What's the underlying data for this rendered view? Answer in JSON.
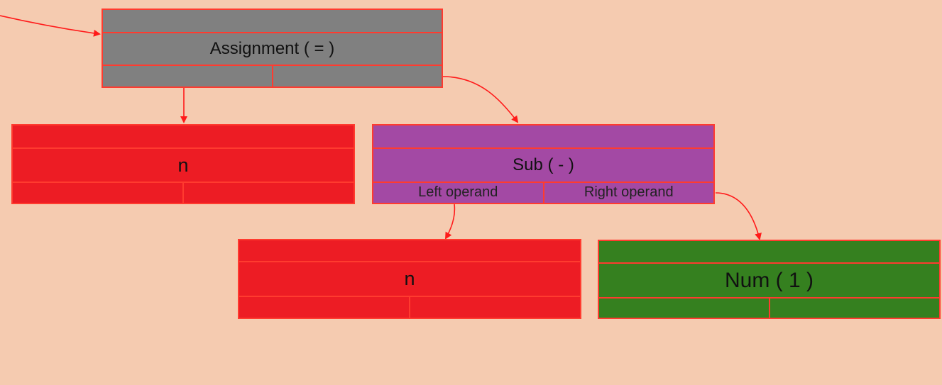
{
  "nodes": {
    "assignment": {
      "label": "Assignment ( = )",
      "left_operand": "",
      "right_operand": "",
      "color": "#808080"
    },
    "n_left": {
      "label": "n",
      "left_operand": "",
      "right_operand": "",
      "color": "#ed1c24"
    },
    "sub": {
      "label": "Sub ( - )",
      "left_operand": "Left operand",
      "right_operand": "Right operand",
      "color": "#a349a4"
    },
    "n_inner": {
      "label": "n",
      "left_operand": "",
      "right_operand": "",
      "color": "#ed1c24"
    },
    "num": {
      "label": "Num ( 1 )",
      "left_operand": "",
      "right_operand": "",
      "color": "#35801f"
    }
  },
  "colors": {
    "background": "#f5cbb0",
    "border": "#ff3b2f",
    "arrow": "#ff1a1a"
  }
}
